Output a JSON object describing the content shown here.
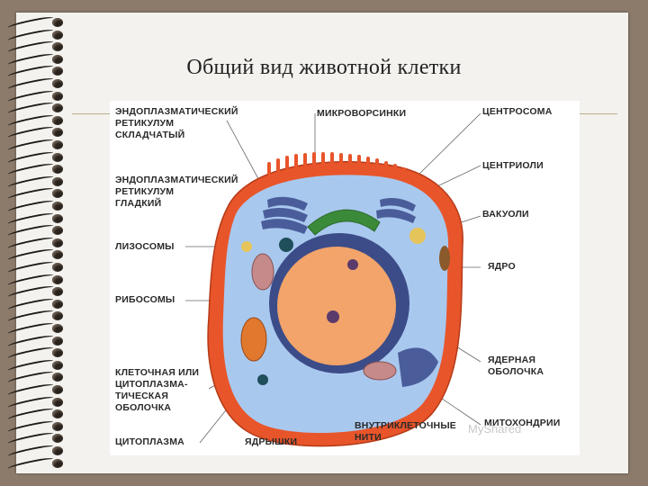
{
  "title": "Общий вид животной клетки",
  "labels": {
    "er_rough": "ЭНДОПЛАЗМАТИЧЕСКИЙ\nРЕТИКУЛУМ\nСКЛАДЧАТЫЙ",
    "er_smooth": "ЭНДОПЛАЗМАТИЧЕСКИЙ\nРЕТИКУЛУМ\nГЛАДКИЙ",
    "lysosomes": "ЛИЗОСОМЫ",
    "ribosomes": "РИБОСОМЫ",
    "membrane": "КЛЕТОЧНАЯ ИЛИ\nЦИТОПЛАЗМА-\nТИЧЕСКАЯ\nОБОЛОЧКА",
    "cytoplasm": "ЦИТОПЛАЗМА",
    "nucleoli": "ЯДРЫШКИ",
    "microvilli": "МИКРОВОРСИНКИ",
    "intracellular_threads": "ВНУТРИКЛЕТОЧНЫЕ\nНИТИ",
    "centrosome": "ЦЕНТРОСОМА",
    "centrioles": "ЦЕНТРИОЛИ",
    "vacuoles": "ВАКУОЛИ",
    "nucleus": "ЯДРО",
    "nuclear_envelope": "ЯДЕРНАЯ\nОБОЛОЧКА",
    "mitochondria": "МИТОХОНДРИИ"
  },
  "watermark": "MyShared",
  "colors": {
    "membrane": "#e8552a",
    "cytoplasm": "#a9c8ee",
    "nucleus": "#f2a46a",
    "er": "#4a5d9a",
    "golgi": "#3b8a3a"
  }
}
